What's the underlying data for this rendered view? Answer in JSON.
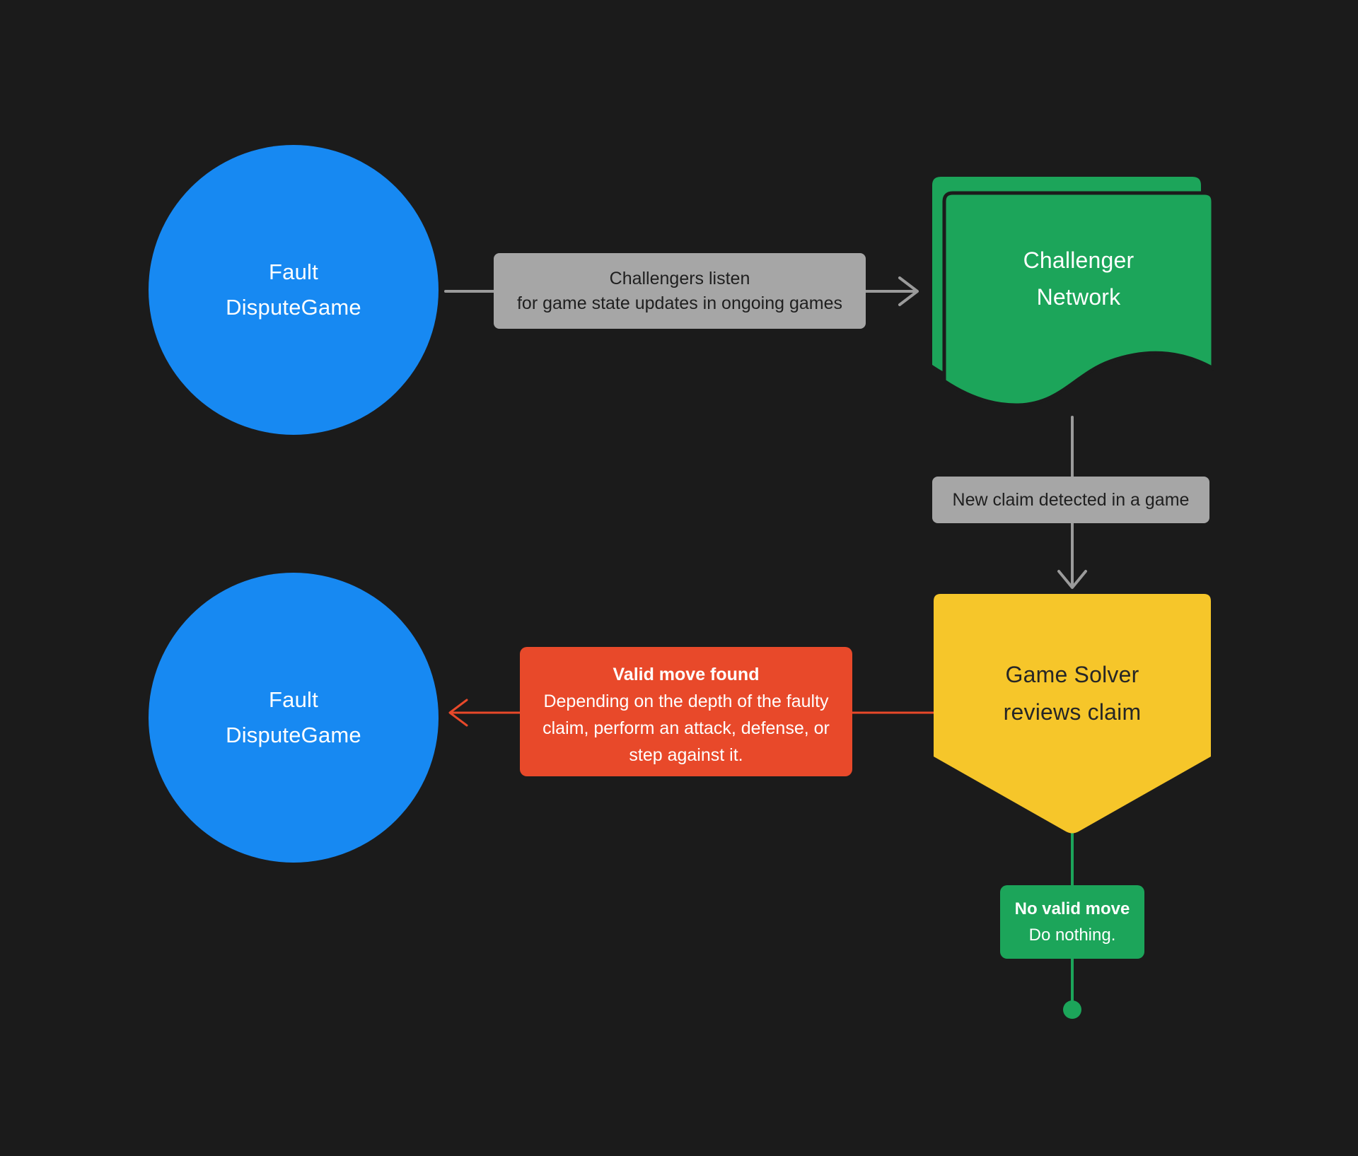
{
  "colors": {
    "background": "#1b1b1b",
    "node_blue": "#1789f2",
    "node_green": "#1ca55a",
    "node_yellow": "#f6c62a",
    "callout_red": "#e8492a",
    "label_gray": "#a6a6a6",
    "arrow_gray": "#9b9b9b",
    "text_dark": "#1f1f1f",
    "text_white": "#ffffff"
  },
  "nodes": {
    "fault_dispute_game_top": {
      "line1": "Fault",
      "line2": "DisputeGame"
    },
    "challenger_network": {
      "line1": "Challenger",
      "line2": "Network"
    },
    "game_solver": {
      "line1": "Game Solver",
      "line2": "reviews claim"
    },
    "fault_dispute_game_bottom": {
      "line1": "Fault",
      "line2": "DisputeGame"
    }
  },
  "edges": {
    "challengers_listen": {
      "line1": "Challengers listen",
      "line2": "for game state updates in ongoing games"
    },
    "new_claim": {
      "text": "New claim detected in a game"
    },
    "valid_move": {
      "title": "Valid move found",
      "body": "Depending on the depth of the faulty claim, perform an attack, defense, or step against it."
    },
    "no_valid_move": {
      "title": "No valid move",
      "body": "Do nothing."
    }
  }
}
